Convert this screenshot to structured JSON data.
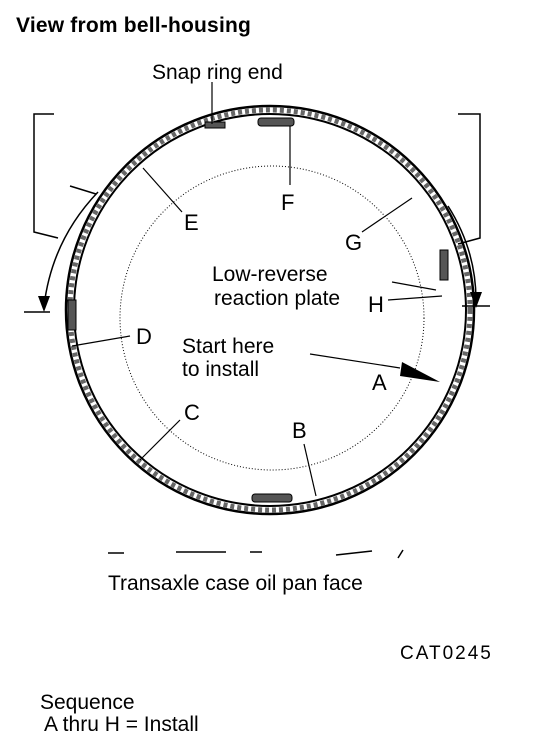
{
  "title": "View from bell-housing",
  "labels": {
    "snap_ring_end": "Snap ring end",
    "low_reverse_line1": "Low-reverse",
    "low_reverse_line2": "reaction plate",
    "start_here_line1": "Start here",
    "start_here_line2": "to install",
    "oil_pan_face": "Transaxle case oil pan face",
    "figure_code": "CAT0245",
    "sequence_line1": "Sequence",
    "sequence_line2": "A thru H = Install"
  },
  "points": [
    "A",
    "B",
    "C",
    "D",
    "E",
    "F",
    "G",
    "H"
  ]
}
